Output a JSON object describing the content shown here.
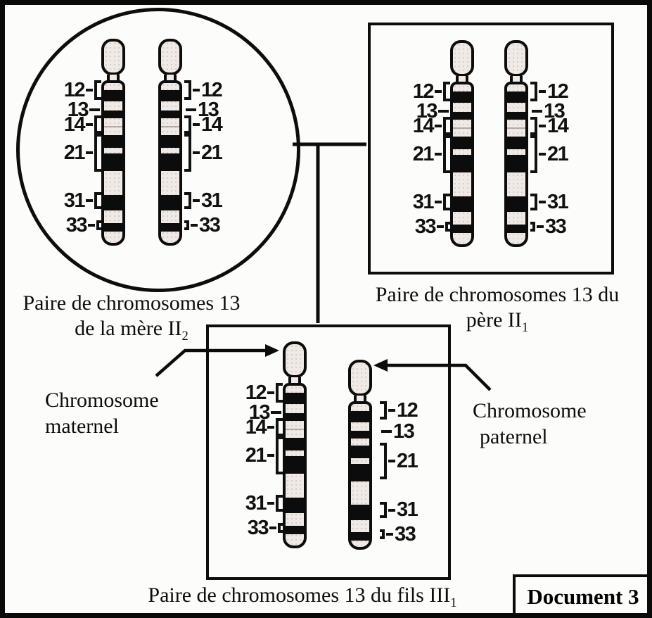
{
  "document_box": {
    "label": "Document 3"
  },
  "mother_panel": {
    "caption_line1": "Paire de chromosomes 13",
    "caption_line2_main": "de la mère II",
    "caption_line2_sub": "2",
    "band_labels_left": [
      "12",
      "13",
      "14",
      "21",
      "31",
      "33"
    ],
    "band_labels_right": [
      "12",
      "13",
      "14",
      "21",
      "31",
      "33"
    ]
  },
  "father_panel": {
    "caption_line1": "Paire de chromosomes 13 du",
    "caption_line2_main": "père II",
    "caption_line2_sub": "1",
    "band_labels_left": [
      "12",
      "13",
      "14",
      "21",
      "31",
      "33"
    ],
    "band_labels_right": [
      "12",
      "13",
      "14",
      "21",
      "31",
      "33"
    ]
  },
  "son_panel": {
    "caption_main": "Paire de chromosomes 13 du fils III",
    "caption_sub": "1",
    "band_labels_left": [
      "12",
      "13",
      "14",
      "21",
      "31",
      "33"
    ],
    "band_labels_right": [
      "12",
      "13",
      "21",
      "31",
      "33"
    ],
    "maternal_label_line1": "Chromosome",
    "maternal_label_line2": "maternel",
    "paternal_label_line1": "Chromosome",
    "paternal_label_line2": "paternel"
  },
  "colors": {
    "band_dark": "#0c0c0c",
    "band_light": "#f0eae7",
    "outline": "#0d0d0d"
  }
}
